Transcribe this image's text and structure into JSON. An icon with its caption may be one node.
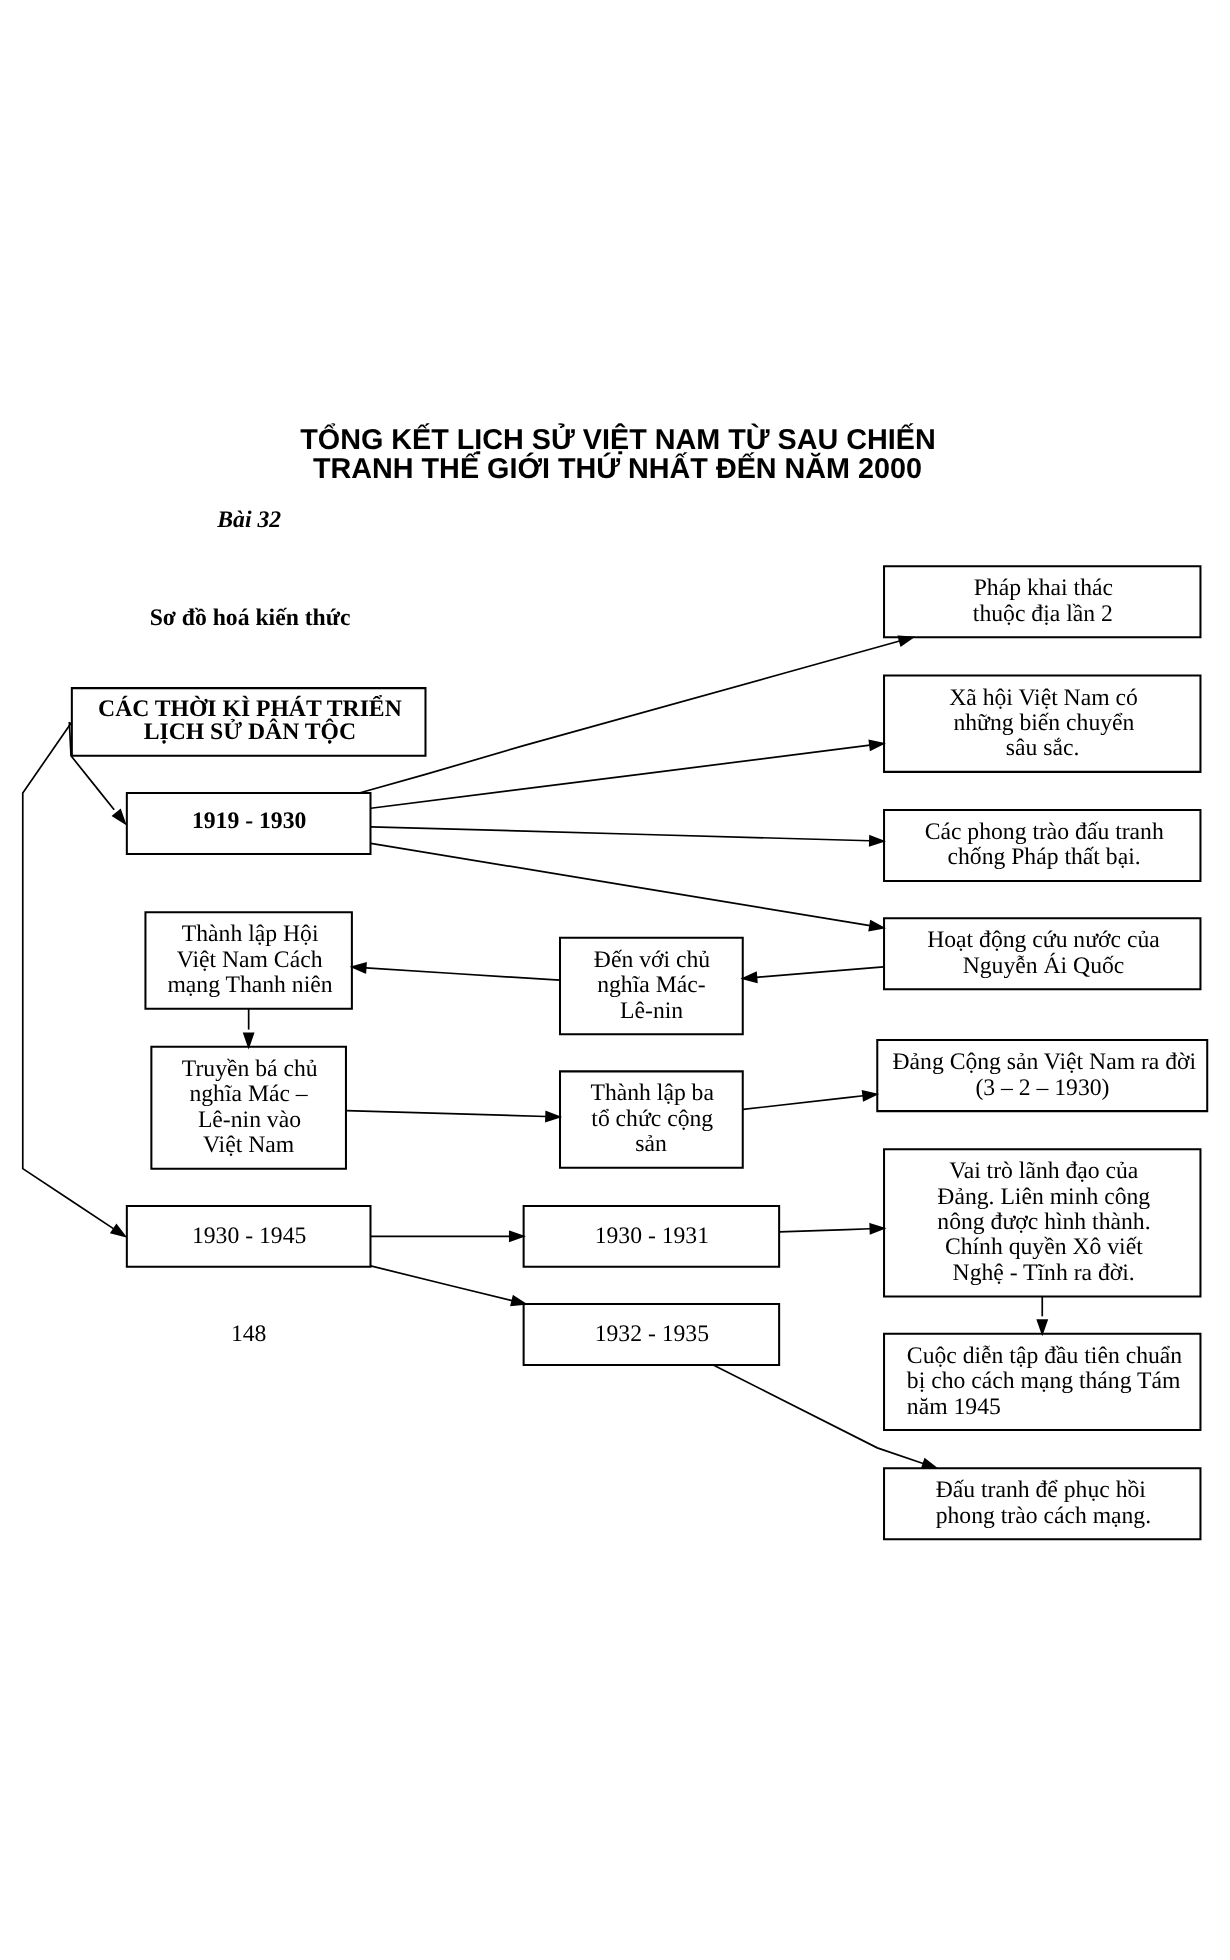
{
  "diagram": {
    "title": "TỔNG KẾT LỊCH SỬ VIỆT NAM TỪ SAU CHIẾN TRANH THẾ GIỚI THỨ NHẤT ĐẾN NĂM 2000",
    "nodes": [
      {
        "text": [
          "CÁC THỜI KÌ PHÁT TRIỂN LỊCH SỬ DÂN TỘC"
        ]
      },
      {
        "text": [
          "1919 - 1930"
        ]
      },
      {
        "text": [
          "Pháp khai thác thuộc địa lần 2"
        ]
      },
      {
        "text": [
          "Xã hội Việt Nam có những biến chuyển sâu sắc."
        ]
      },
      {
        "text": [
          "Các phong trào đấu tranh chống Pháp thất bại."
        ]
      },
      {
        "text": [
          "Hoạt động cứu nước của Nguyễn Ái Quốc"
        ]
      },
      {
        "text": [
          "Thành lập Hội Việt Nam Cách mạng Thanh niên"
        ]
      },
      {
        "text": [
          "Đến với chủ nghĩa Mác-Lê-nin"
        ]
      },
      {
        "text": [
          "Truyền bá chủ nghĩa Mác – Lê-nin vào Việt Nam"
        ]
      },
      {
        "text": [
          "Thành lập ba tổ chức cộng sản"
        ]
      },
      {
        "text": [
          "Đảng Cộng sản Việt Nam ra đời (3 – 2 – 1930)"
        ]
      },
      {
        "text": [
          "1930 - 1931"
        ]
      },
      {
        "text": [
          "Vai trò lãnh đạo của Đảng. Liên minh công nông được hình thành. Chính quyền Xô viết Nghệ - Tĩnh ra đời."
        ]
      },
      {
        "text": [
          "1930 - 1945"
        ]
      },
      {
        "text": [
          "Cuộc diễn tập đầu tiên chuẩn bị cho cách mạng tháng Tám năm 1945"
        ]
      },
      {
        "text": [
          "1932 - 1935"
        ]
      },
      {
        "text": [
          "Đấu tranh để phục hồi phong trào cách mạng."
        ]
      }
    ],
    "edges": [
      {
        "from": 0,
        "to": 1,
        "arrow": "to"
      },
      {
        "from": 1,
        "to": 2,
        "arrow": "to"
      },
      {
        "from": 1,
        "to": 3,
        "arrow": "to"
      },
      {
        "from": 1,
        "to": 4,
        "arrow": "to"
      },
      {
        "from": 1,
        "to": 5,
        "arrow": "to"
      },
      {
        "from": 5,
        "to": 7,
        "arrow": "to"
      },
      {
        "from": 7,
        "to": 6,
        "arrow": "to"
      },
      {
        "from": 6,
        "to": 8,
        "arrow": "to"
      },
      {
        "from": 8,
        "to": 9,
        "arrow": "to"
      },
      {
        "from": 9,
        "to": 10,
        "arrow": "to"
      },
      {
        "from": 0,
        "to": 13,
        "arrow": "to"
      },
      {
        "from": 13,
        "to": 11,
        "arrow": "to"
      },
      {
        "from": 11,
        "to": 12,
        "arrow": "to"
      },
      {
        "from": 12,
        "to": 14,
        "arrow": "to"
      },
      {
        "from": 13,
        "to": 15,
        "arrow": "to"
      },
      {
        "from": 15,
        "to": 16,
        "arrow": "to"
      }
    ],
    "labels": [
      "Bài 32",
      "Sơ đồ hoá kiến thức",
      "148"
    ]
  }
}
